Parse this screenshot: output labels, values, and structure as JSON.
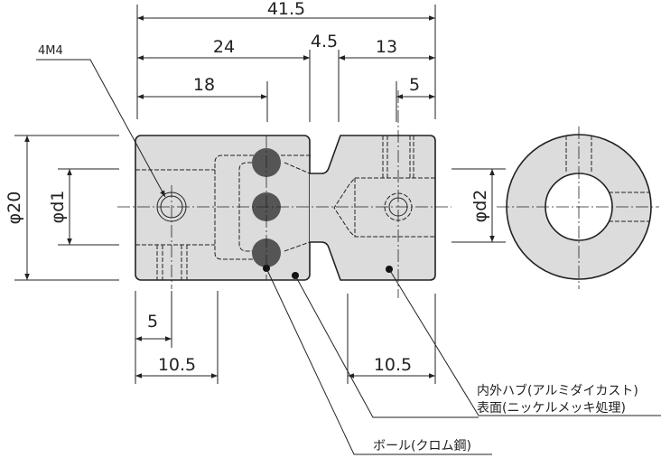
{
  "title": "Coupling dimensional drawing",
  "dimensions": {
    "overall_length": "41.5",
    "left_hub_length": "24",
    "neck_length": "4.5",
    "right_hub_length": "13",
    "ball_position": "18",
    "right_tap_position": "5",
    "outer_diameter": "φ20",
    "bore_left": "φd1",
    "bore_right": "φd2",
    "left_tap_position": "5",
    "left_setscrew_span": "10.5",
    "right_setscrew_span": "10.5"
  },
  "callouts": {
    "tap": "4M4",
    "hub_material": "内外ハブ(アルミダイカスト)",
    "surface": "表面(ニッケルメッキ処理)",
    "ball_material": "ボール(クロム鋼)"
  }
}
